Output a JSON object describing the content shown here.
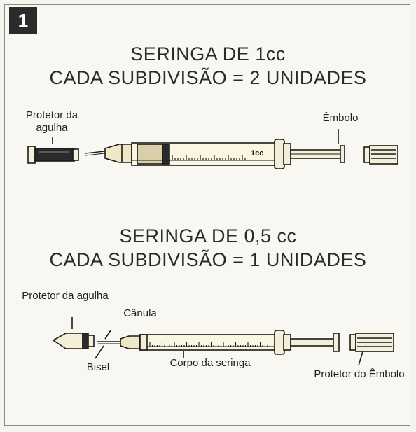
{
  "badge": "1",
  "section1": {
    "title_line1": "SERINGA DE 1cc",
    "title_line2": "CADA SUBDIVISÃO = 2 UNIDADES",
    "label_needle_cap": "Protetor da agulha",
    "label_plunger": "Êmbolo",
    "barrel_mark": "1cc"
  },
  "section2": {
    "title_line1": "SERINGA DE 0,5 cc",
    "title_line2": "CADA SUBDIVISÃO = 1 UNIDADES",
    "label_needle_cap": "Protetor da agulha",
    "label_cannula": "Cânula",
    "label_bevel": "Bisel",
    "label_barrel": "Corpo da seringa",
    "label_plunger_cap": "Protetor do Êmbolo"
  }
}
